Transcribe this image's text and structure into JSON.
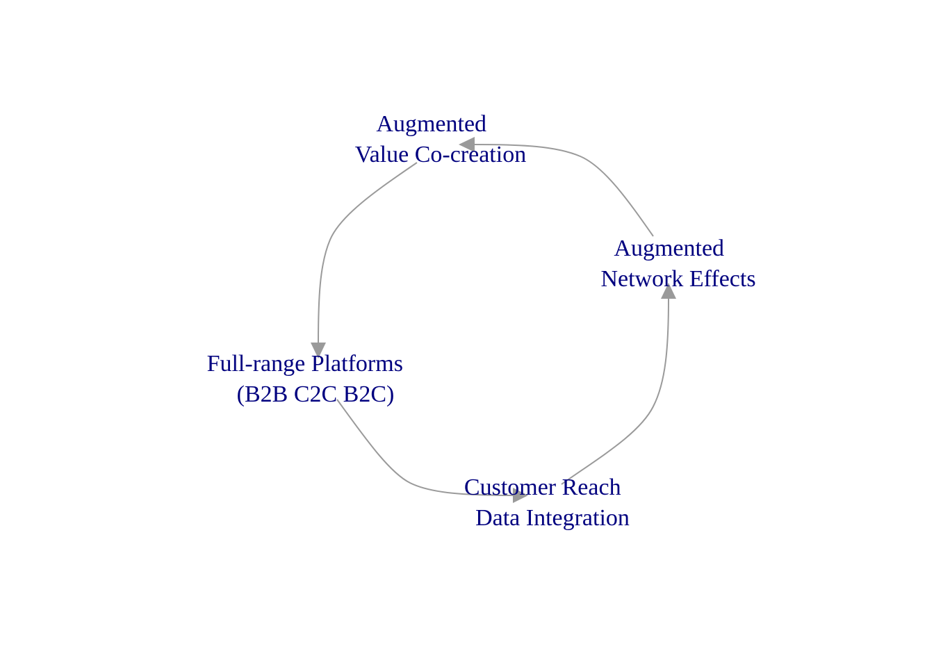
{
  "diagram": {
    "nodes": [
      {
        "id": "value",
        "lines": [
          "Augmented",
          "Value Co-creation"
        ]
      },
      {
        "id": "network",
        "lines": [
          "Augmented",
          "Network Effects"
        ]
      },
      {
        "id": "platforms",
        "lines": [
          "Full-range Platforms",
          "(B2B C2C B2C)"
        ]
      },
      {
        "id": "customer",
        "lines": [
          "Customer Reach",
          "Data Integration"
        ]
      }
    ],
    "edges": [
      {
        "from": "value",
        "to": "platforms"
      },
      {
        "from": "platforms",
        "to": "customer"
      },
      {
        "from": "customer",
        "to": "network"
      },
      {
        "from": "network",
        "to": "value"
      }
    ]
  }
}
